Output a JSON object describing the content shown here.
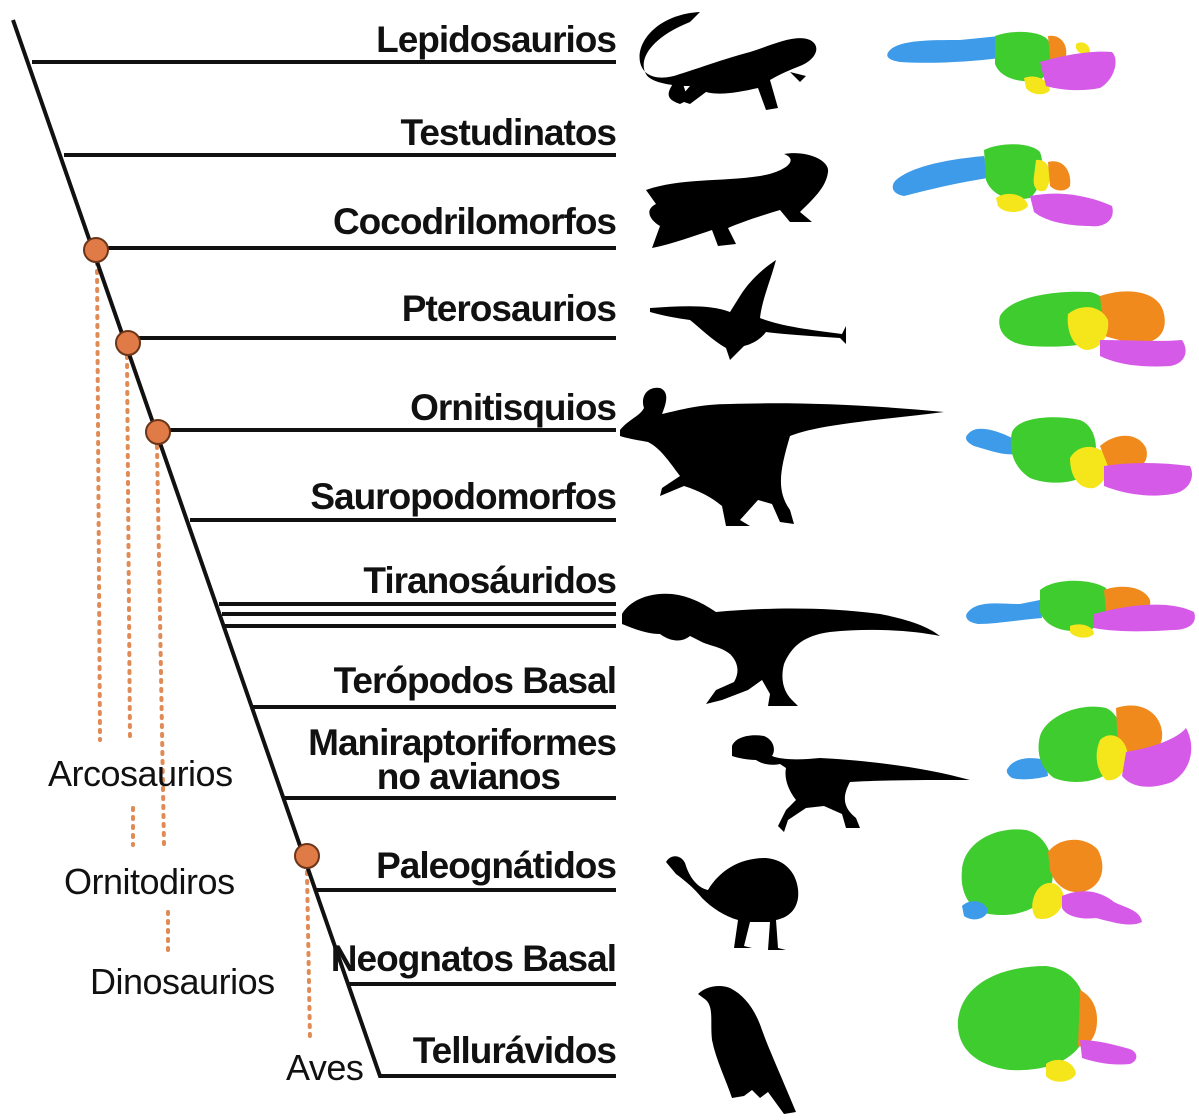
{
  "taxa": [
    {
      "name": "Lepidosaurios"
    },
    {
      "name": "Testudinatos"
    },
    {
      "name": "Cocodrilomorfos"
    },
    {
      "name": "Pterosaurios"
    },
    {
      "name": "Ornitisquios"
    },
    {
      "name": "Sauropodomorfos"
    },
    {
      "name": "Tiranosáuridos"
    },
    {
      "name": "Terópodos Basal"
    },
    {
      "name_line1": "Maniraptoriformes",
      "name_line2": "no avianos"
    },
    {
      "name": "Paleognátidos"
    },
    {
      "name": "Neognatos Basal"
    },
    {
      "name": "Tellurávidos"
    }
  ],
  "clades": {
    "arcosaurios": "Arcosaurios",
    "ornitodiros": "Ornitodiros",
    "dinosaurios": "Dinosaurios",
    "aves": "Aves"
  },
  "colors": {
    "line": "#111111",
    "node": "#e07b47",
    "node_stroke": "#6a3518",
    "dotted": "#e08a55",
    "silhouette": "#000000",
    "brain_olfactory": "#3d9be9",
    "brain_cerebrum": "#3fcc2f",
    "brain_optic": "#f5e61c",
    "brain_cerebellum": "#f08a1c",
    "brain_hindbrain": "#d65ae8"
  },
  "icons": [
    "lizard-silhouette",
    "crocodile-silhouette",
    "pterosaur-silhouette",
    "hadrosaur-silhouette",
    "tyrannosaur-silhouette",
    "raptor-silhouette",
    "emu-silhouette",
    "crow-silhouette"
  ]
}
